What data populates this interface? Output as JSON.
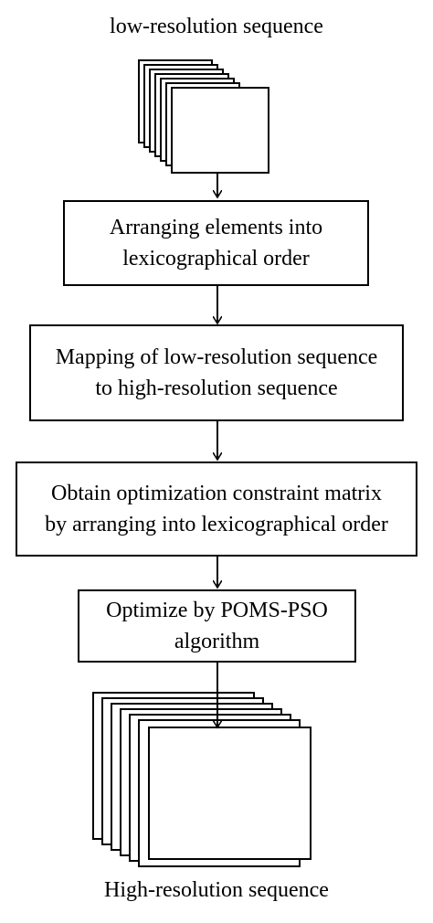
{
  "top_label": "low-resolution sequence",
  "bottom_label": "High-resolution sequence",
  "steps": [
    {
      "line1": "Arranging elements into",
      "line2": "lexicographical order"
    },
    {
      "line1": "Mapping of low-resolution sequence",
      "line2": "to high-resolution sequence"
    },
    {
      "line1": "Obtain optimization constraint matrix",
      "line2": "by arranging into lexicographical order"
    },
    {
      "line1": "Optimize by POMS-PSO",
      "line2": "algorithm"
    }
  ]
}
